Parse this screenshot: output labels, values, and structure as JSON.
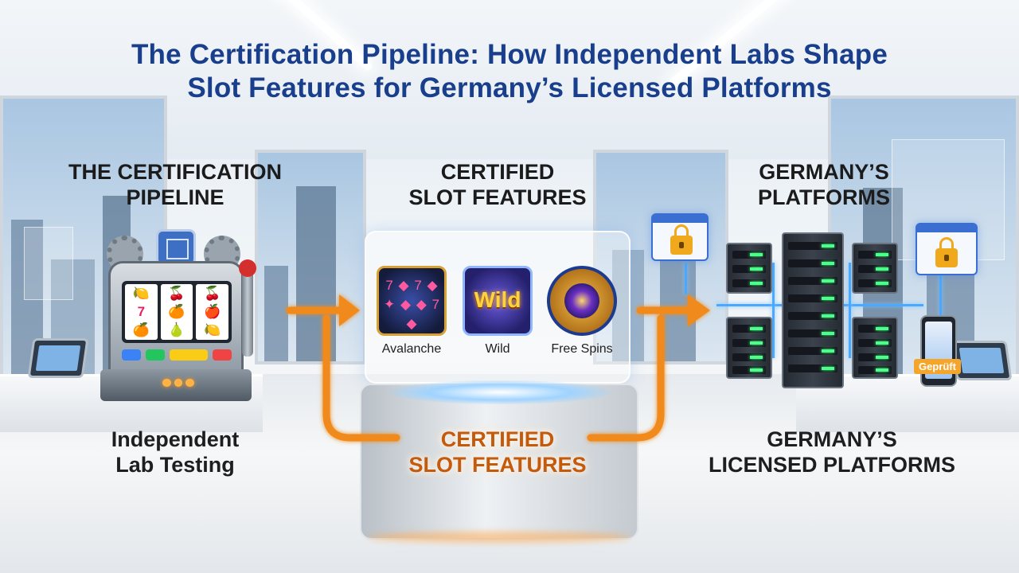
{
  "title": {
    "line1": "The Certification Pipeline: How Independent Labs Shape",
    "line2": "Slot Features for Germany’s Licensed Platforms"
  },
  "stages": {
    "lab": {
      "heading_line1": "THE CERTIFICATION",
      "heading_line2": "PIPELINE",
      "caption_line1": "Independent",
      "caption_line2": "Lab Testing"
    },
    "features": {
      "heading_line1": "CERTIFIED",
      "heading_line2": "SLOT FEATURES",
      "caption_line1": "CERTIFIED",
      "caption_line2": "SLOT FEATURES",
      "items": [
        {
          "label": "Avalanche",
          "icon": "avalanche-reels-icon"
        },
        {
          "label": "Wild",
          "icon": "wild-symbol-icon",
          "symbol_text": "Wild"
        },
        {
          "label": "Free Spins",
          "icon": "free-spins-wheel-icon"
        }
      ]
    },
    "platforms": {
      "heading_line1": "GERMANY’S",
      "heading_line2": "PLATFORMS",
      "caption_line1": "GERMANY’S",
      "caption_line2": "LICENSED PLATFORMS",
      "phone_badge": "Geprüft"
    }
  },
  "colors": {
    "title": "#183e8c",
    "arrow": "#f08a1c",
    "caption_orange": "#c45a0a",
    "network": "#4aa8ff"
  }
}
